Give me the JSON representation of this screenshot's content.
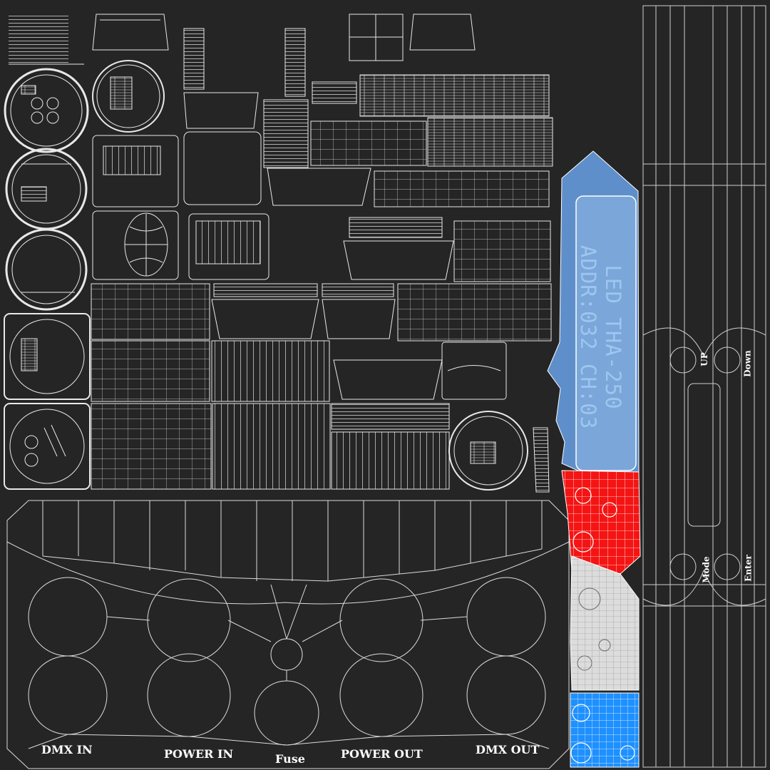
{
  "connector_labels": {
    "dmx_in": "DMX IN",
    "power_in": "POWER IN",
    "fuse": "Fuse",
    "power_out": "POWER OUT",
    "dmx_out": "DMX OUT"
  },
  "button_labels": {
    "up": "UP",
    "down": "Down",
    "mode": "Mode",
    "enter": "Enter"
  },
  "display": {
    "line1": "LED THA-250",
    "line2": "ADDR:032 CH:03"
  },
  "colors": {
    "background": "#252525",
    "wire": "#e8e8e8",
    "display_blue": "#5f8fca",
    "red_island": "#f51414",
    "grey_island": "#dcdcdc",
    "blue_island": "#1e90ff"
  }
}
